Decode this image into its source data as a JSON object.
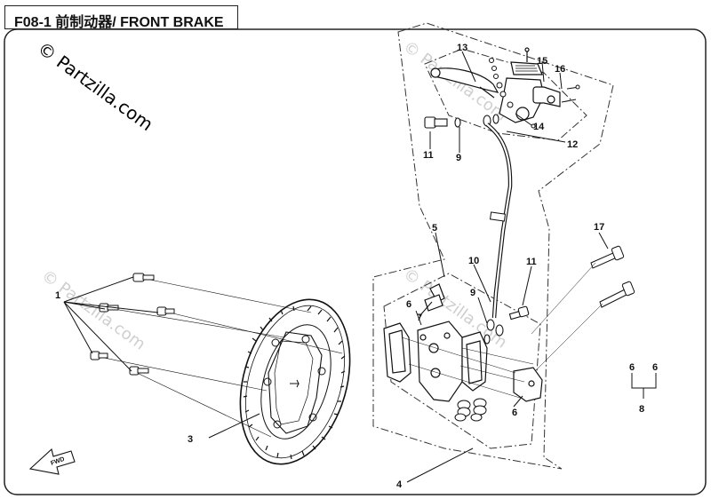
{
  "title": "F08-1 前制动器/ FRONT BRAKE",
  "watermark": "© Partzilla.com",
  "callouts": {
    "c1": "1",
    "c3": "3",
    "c4": "4",
    "c5": "5",
    "c6a": "6",
    "c6b": "6",
    "c6c": "6",
    "c6d": "6",
    "c7": "7",
    "c8": "8",
    "c9a": "9",
    "c9b": "9",
    "c10": "10",
    "c11a": "11",
    "c11b": "11",
    "c12": "12",
    "c13": "13",
    "c14": "14",
    "c15": "15",
    "c16": "16",
    "c17": "17"
  },
  "fwd_label": "FWD"
}
